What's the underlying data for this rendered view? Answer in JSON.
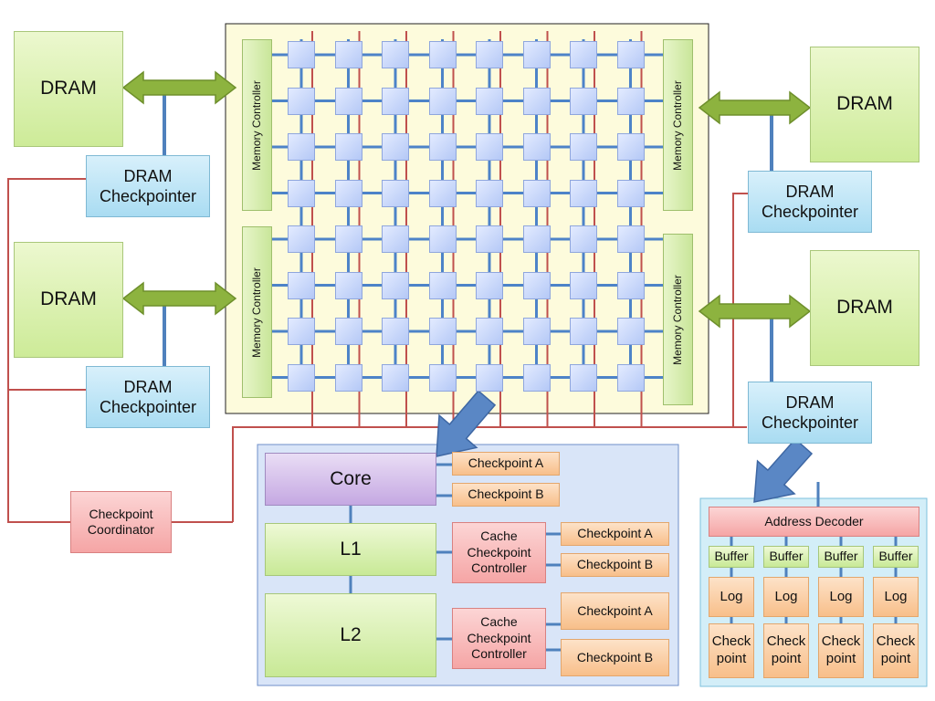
{
  "labels": {
    "dram": "DRAM",
    "dram_checkpointer": "DRAM\nCheckpointer",
    "memory_controller": "Memory Controller",
    "checkpoint_coordinator": "Checkpoint\nCoordinator",
    "core": "Core",
    "l1": "L1",
    "l2": "L2",
    "checkpoint_a": "Checkpoint A",
    "checkpoint_b": "Checkpoint B",
    "cache_checkpoint_controller": "Cache\nCheckpoint\nController",
    "address_decoder": "Address Decoder",
    "buffer": "Buffer",
    "log": "Log",
    "check_point": "Check\npoint"
  },
  "mesh": {
    "rows": 8,
    "cols": 8
  },
  "address_decoder_columns": 4,
  "colors": {
    "mesh_bg": "#fdfbdc",
    "mesh_link": "#4d83c8",
    "checkpoint_link": "#c0504d",
    "memory_link": "#4f81bd",
    "dram_arrow": "#8db33f",
    "zoom_arrow": "#5a87c5",
    "tile_panel": "#d9e5f8",
    "decoder_panel": "#d3eef8"
  }
}
